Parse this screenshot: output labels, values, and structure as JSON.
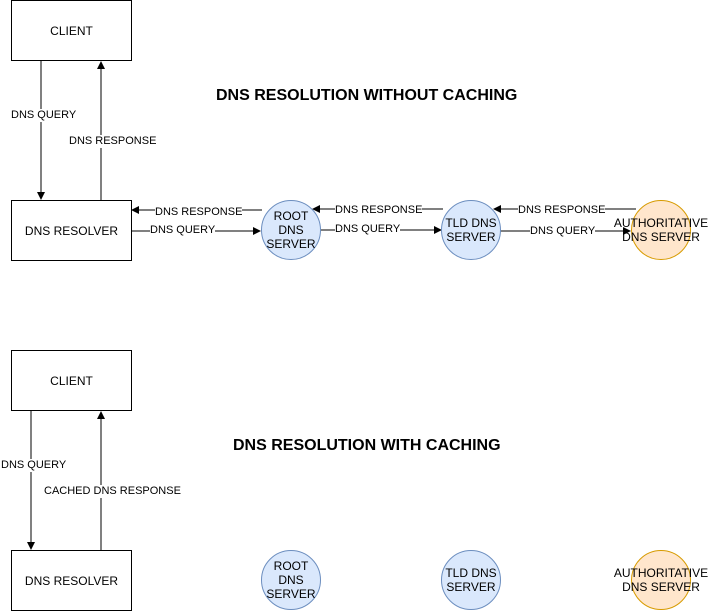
{
  "diagram1": {
    "title": "DNS RESOLUTION WITHOUT CACHING",
    "client": "CLIENT",
    "resolver": "DNS RESOLVER",
    "root": "ROOT\nDNS\nSERVER",
    "tld": "TLD DNS\nSERVER",
    "auth": "AUTHORITATIVE\nDNS SERVER",
    "edges": {
      "client_query": "DNS QUERY",
      "client_response": "DNS RESPONSE",
      "root_response": "DNS RESPONSE",
      "root_query": "DNS QUERY",
      "tld_response": "DNS RESPONSE",
      "tld_query": "DNS QUERY",
      "auth_response": "DNS RESPONSE",
      "auth_query": "DNS QUERY"
    }
  },
  "diagram2": {
    "title": "DNS RESOLUTION WITH CACHING",
    "client": "CLIENT",
    "resolver": "DNS RESOLVER",
    "root": "ROOT\nDNS\nSERVER",
    "tld": "TLD DNS\nSERVER",
    "auth": "AUTHORITATIVE\nDNS SERVER",
    "edges": {
      "client_query": "DNS QUERY",
      "client_response": "CACHED DNS RESPONSE"
    }
  },
  "colors": {
    "server_fill": "#dae8fc",
    "server_stroke": "#6c8ebf",
    "auth_fill": "#ffe6cc",
    "auth_stroke": "#d79b00"
  }
}
